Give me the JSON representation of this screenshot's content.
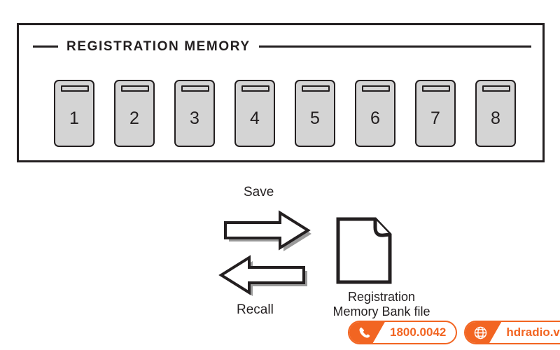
{
  "panel": {
    "title": "REGISTRATION  MEMORY",
    "buttons": [
      {
        "label": "1",
        "name": "registration-memory-button-1"
      },
      {
        "label": "2",
        "name": "registration-memory-button-2"
      },
      {
        "label": "3",
        "name": "registration-memory-button-3"
      },
      {
        "label": "4",
        "name": "registration-memory-button-4"
      },
      {
        "label": "5",
        "name": "registration-memory-button-5"
      },
      {
        "label": "6",
        "name": "registration-memory-button-6"
      },
      {
        "label": "7",
        "name": "registration-memory-button-7"
      },
      {
        "label": "8",
        "name": "registration-memory-button-8"
      }
    ]
  },
  "flow": {
    "save_label": "Save",
    "recall_label": "Recall",
    "save_arrow_icon": "arrow-right-icon",
    "recall_arrow_icon": "arrow-left-icon",
    "file_icon": "document-file-icon",
    "file_caption_line1": "Registration",
    "file_caption_line2": "Memory Bank file"
  },
  "badges": [
    {
      "icon": "phone-icon",
      "text": "1800.0042"
    },
    {
      "icon": "globe-icon",
      "text": "hdradio.vn"
    }
  ],
  "colors": {
    "ink": "#231f20",
    "button_face": "#d4d4d4",
    "accent_orange": "#f26522",
    "shadow_gray": "#b9b9b9"
  }
}
